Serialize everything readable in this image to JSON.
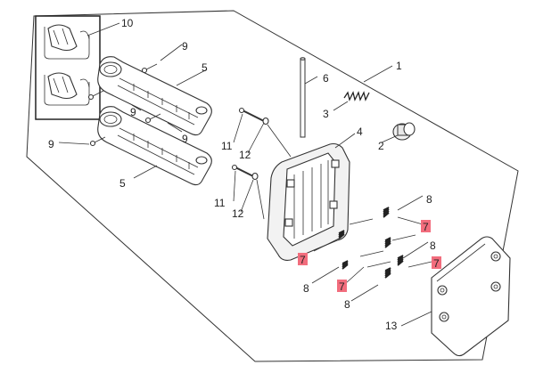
{
  "diagram": {
    "type": "exploded-parts-view",
    "highlight_color": "#f26d7d",
    "callouts": [
      {
        "id": "c1",
        "text": "1",
        "highlighted": false
      },
      {
        "id": "c2",
        "text": "2",
        "highlighted": false
      },
      {
        "id": "c3",
        "text": "3",
        "highlighted": false
      },
      {
        "id": "c4",
        "text": "4",
        "highlighted": false
      },
      {
        "id": "c5a",
        "text": "5",
        "highlighted": false
      },
      {
        "id": "c5b",
        "text": "5",
        "highlighted": false
      },
      {
        "id": "c6",
        "text": "6",
        "highlighted": false
      },
      {
        "id": "c7a",
        "text": "7",
        "highlighted": true
      },
      {
        "id": "c7b",
        "text": "7",
        "highlighted": true
      },
      {
        "id": "c7c",
        "text": "7",
        "highlighted": true
      },
      {
        "id": "c7d",
        "text": "7",
        "highlighted": true
      },
      {
        "id": "c8a",
        "text": "8",
        "highlighted": false
      },
      {
        "id": "c8b",
        "text": "8",
        "highlighted": false
      },
      {
        "id": "c8c",
        "text": "8",
        "highlighted": false
      },
      {
        "id": "c8d",
        "text": "8",
        "highlighted": false
      },
      {
        "id": "c9a",
        "text": "9",
        "highlighted": false
      },
      {
        "id": "c9b",
        "text": "9",
        "highlighted": false
      },
      {
        "id": "c9c",
        "text": "9",
        "highlighted": false
      },
      {
        "id": "c9d",
        "text": "9",
        "highlighted": false
      },
      {
        "id": "c10",
        "text": "10",
        "highlighted": false
      },
      {
        "id": "c11a",
        "text": "11",
        "highlighted": false
      },
      {
        "id": "c11b",
        "text": "11",
        "highlighted": false
      },
      {
        "id": "c12a",
        "text": "12",
        "highlighted": false
      },
      {
        "id": "c12b",
        "text": "12",
        "highlighted": false
      },
      {
        "id": "c13",
        "text": "13",
        "highlighted": false
      }
    ]
  }
}
